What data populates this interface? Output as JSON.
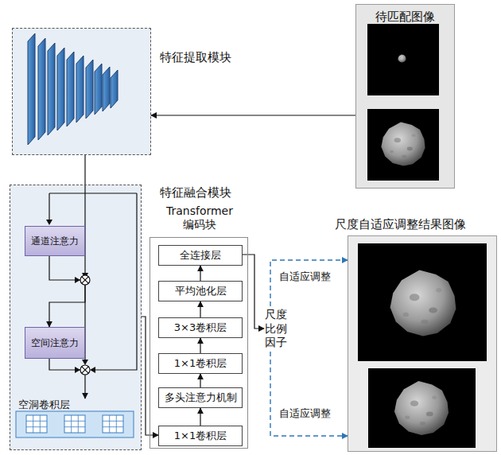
{
  "diagram": {
    "nodes": [
      {
        "text": [
          "特征提取模块"
        ]
      },
      {
        "text": [
          "待匹配图像"
        ]
      },
      {
        "text": [
          "特征融合模块"
        ]
      },
      {
        "text": [
          "通道注意力"
        ],
        "in": 2
      },
      {
        "text": [
          "空间注意力"
        ],
        "in": 2
      },
      {
        "text": [
          "空洞卷积层"
        ],
        "in": 2
      },
      {
        "text": [
          "Transformer 编码块"
        ]
      },
      {
        "text": [
          "全连接层"
        ],
        "in": 6
      },
      {
        "text": [
          "平均池化层"
        ],
        "in": 6
      },
      {
        "text": [
          "3×3卷积层"
        ],
        "in": 6
      },
      {
        "text": [
          "1×1卷积层"
        ],
        "in": 6
      },
      {
        "text": [
          "多头注意力机制"
        ],
        "in": 6
      },
      {
        "text": [
          "1×1卷积层"
        ],
        "in": 6
      },
      {
        "text": [
          "尺度比例因子"
        ]
      },
      {
        "text": [
          "尺度自适应调整结果图像"
        ]
      }
    ],
    "edges": [
      {
        "from": 1,
        "to": 0,
        "arrow": "to"
      },
      {
        "from": 0,
        "to": 2,
        "arrow": "none"
      },
      {
        "from": 3,
        "to": 4,
        "arrow": "to"
      },
      {
        "from": 4,
        "to": 5,
        "arrow": "to"
      },
      {
        "from": 2,
        "to": 12,
        "arrow": "to"
      },
      {
        "from": 12,
        "to": 11,
        "arrow": "to"
      },
      {
        "from": 11,
        "to": 10,
        "arrow": "to"
      },
      {
        "from": 10,
        "to": 9,
        "arrow": "to"
      },
      {
        "from": 9,
        "to": 8,
        "arrow": "to"
      },
      {
        "from": 8,
        "to": 7,
        "arrow": "to"
      },
      {
        "from": 7,
        "to": 13,
        "arrow": "to"
      },
      {
        "from": 13,
        "to": 14,
        "label": "自适应调整",
        "arrow": "to"
      },
      {
        "from": 13,
        "to": 14,
        "label": "自适应调整",
        "arrow": "to"
      }
    ]
  }
}
